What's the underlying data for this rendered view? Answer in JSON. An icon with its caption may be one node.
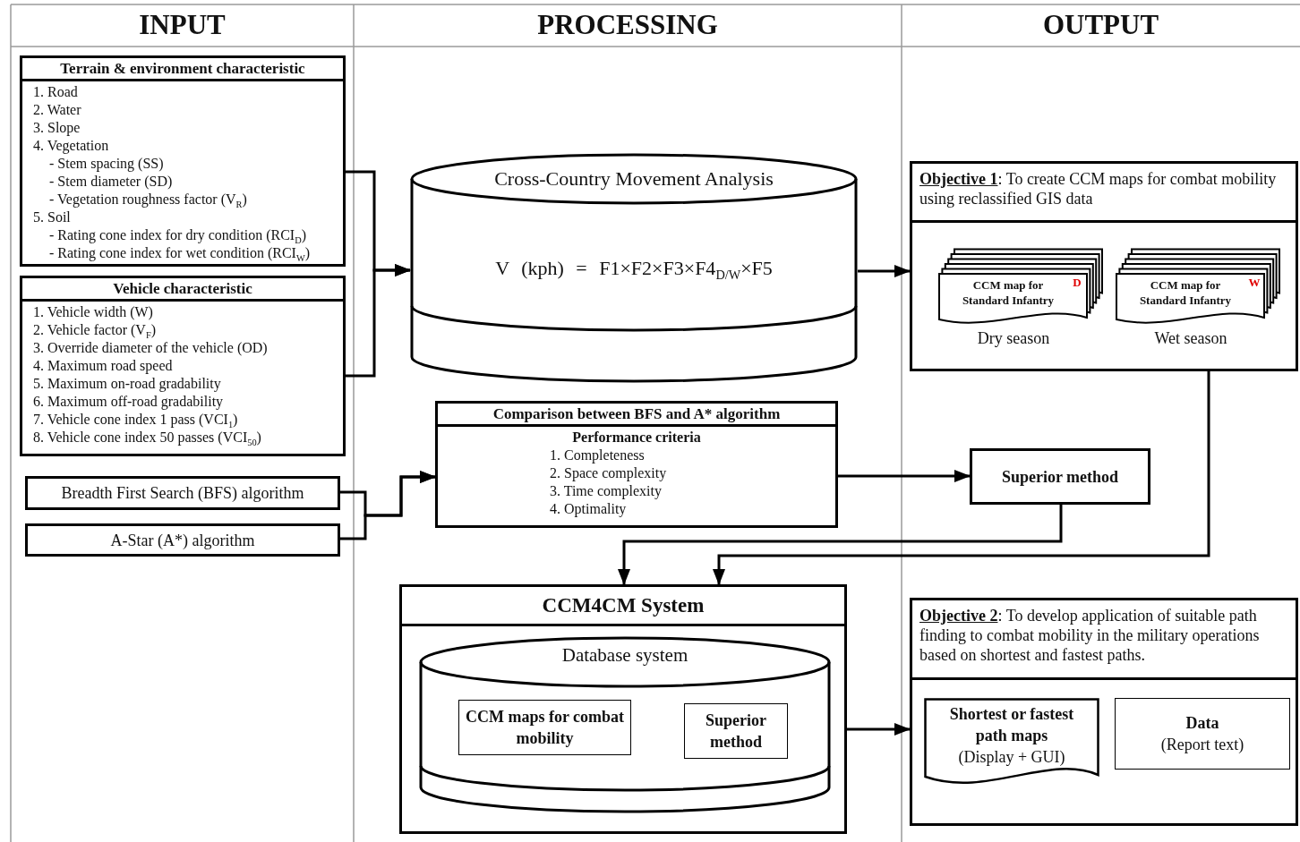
{
  "diagram": {
    "nodes": [
      {
        "text": [
          "Terrain & environment characteristic",
          "1. Road",
          "2. Water",
          "3. Slope",
          "4. Vegetation",
          "- Stem spacing (SS)",
          "- Stem diameter (SD)",
          "- Vegetation roughness factor (V$_{R}$)",
          "5. Soil",
          "- Rating cone index for dry condition (RCI$_{D}$)",
          "- Rating cone index for wet condition (RCI$_{W}$)"
        ]
      },
      {
        "text": [
          "Vehicle characteristic",
          "1. Vehicle width (W)",
          "2. Vehicle factor (V$_{F}$)",
          "3. Override diameter of the vehicle (OD)",
          "4. Maximum road speed",
          "5. Maximum on-road gradability",
          "6. Maximum off-road gradability",
          "7. Vehicle cone index 1 pass (VCI$_{1}$)",
          "8. Vehicle cone index 50 passes (VCI$_{50}$)"
        ]
      },
      {
        "text": [
          "Breadth First Search (BFS) algorithm"
        ]
      },
      {
        "text": [
          "A-Star (A*) algorithm"
        ]
      },
      {
        "text": [
          "Cross-Country Movement Analysis",
          "V (kph) = F1×F2×F3×F4$_{D/W}$×F5"
        ]
      },
      {
        "text": [
          "Comparison between BFS and A* algorithm",
          "Performance criteria",
          "1. Completeness",
          "2. Space complexity",
          "3. Time complexity",
          "4. Optimality"
        ]
      },
      {
        "text": [
          "**Objective 1**: To create CCM maps for combat mobility using reclassified GIS data"
        ]
      },
      {
        "text": [
          "CCM map for Standard Infantry",
          "D"
        ],
        "beside": [
          "Dry season"
        ],
        "in": 6
      },
      {
        "text": [
          "CCM map for Standard Infantry",
          "W"
        ],
        "beside": [
          "Wet season"
        ],
        "in": 6
      },
      {
        "text": [
          "Superior method"
        ]
      },
      {
        "text": [
          "CCM4CM System"
        ]
      },
      {
        "text": [
          "Database system"
        ],
        "in": 10
      },
      {
        "text": [
          "CCM maps for combat mobility"
        ],
        "in": 11
      },
      {
        "text": [
          "Superior method"
        ],
        "in": 11
      },
      {
        "text": [
          "**Objective 2**: To develop application of suitable path finding to combat mobility in the military operations based on shortest and fastest paths."
        ]
      },
      {
        "text": [
          "Shortest or fastest path maps",
          "(Display + GUI)"
        ],
        "in": 14
      },
      {
        "text": [
          "Data",
          "(Report text)"
        ],
        "in": 14
      }
    ],
    "edges": [
      {
        "from": 0,
        "to": 4,
        "arrow": "to"
      },
      {
        "from": 1,
        "to": 4,
        "arrow": "to"
      },
      {
        "from": 2,
        "to": 5,
        "arrow": "to"
      },
      {
        "from": 3,
        "to": 5,
        "arrow": "to"
      },
      {
        "from": 4,
        "to": 6,
        "arrow": "to"
      },
      {
        "from": 5,
        "to": 9,
        "arrow": "to"
      },
      {
        "from": 9,
        "to": 10,
        "arrow": "to"
      },
      {
        "from": 6,
        "to": 10,
        "arrow": "to"
      },
      {
        "from": 10,
        "to": 14,
        "arrow": "to"
      }
    ],
    "labels": [
      "INPUT",
      "PROCESSING",
      "OUTPUT"
    ]
  }
}
